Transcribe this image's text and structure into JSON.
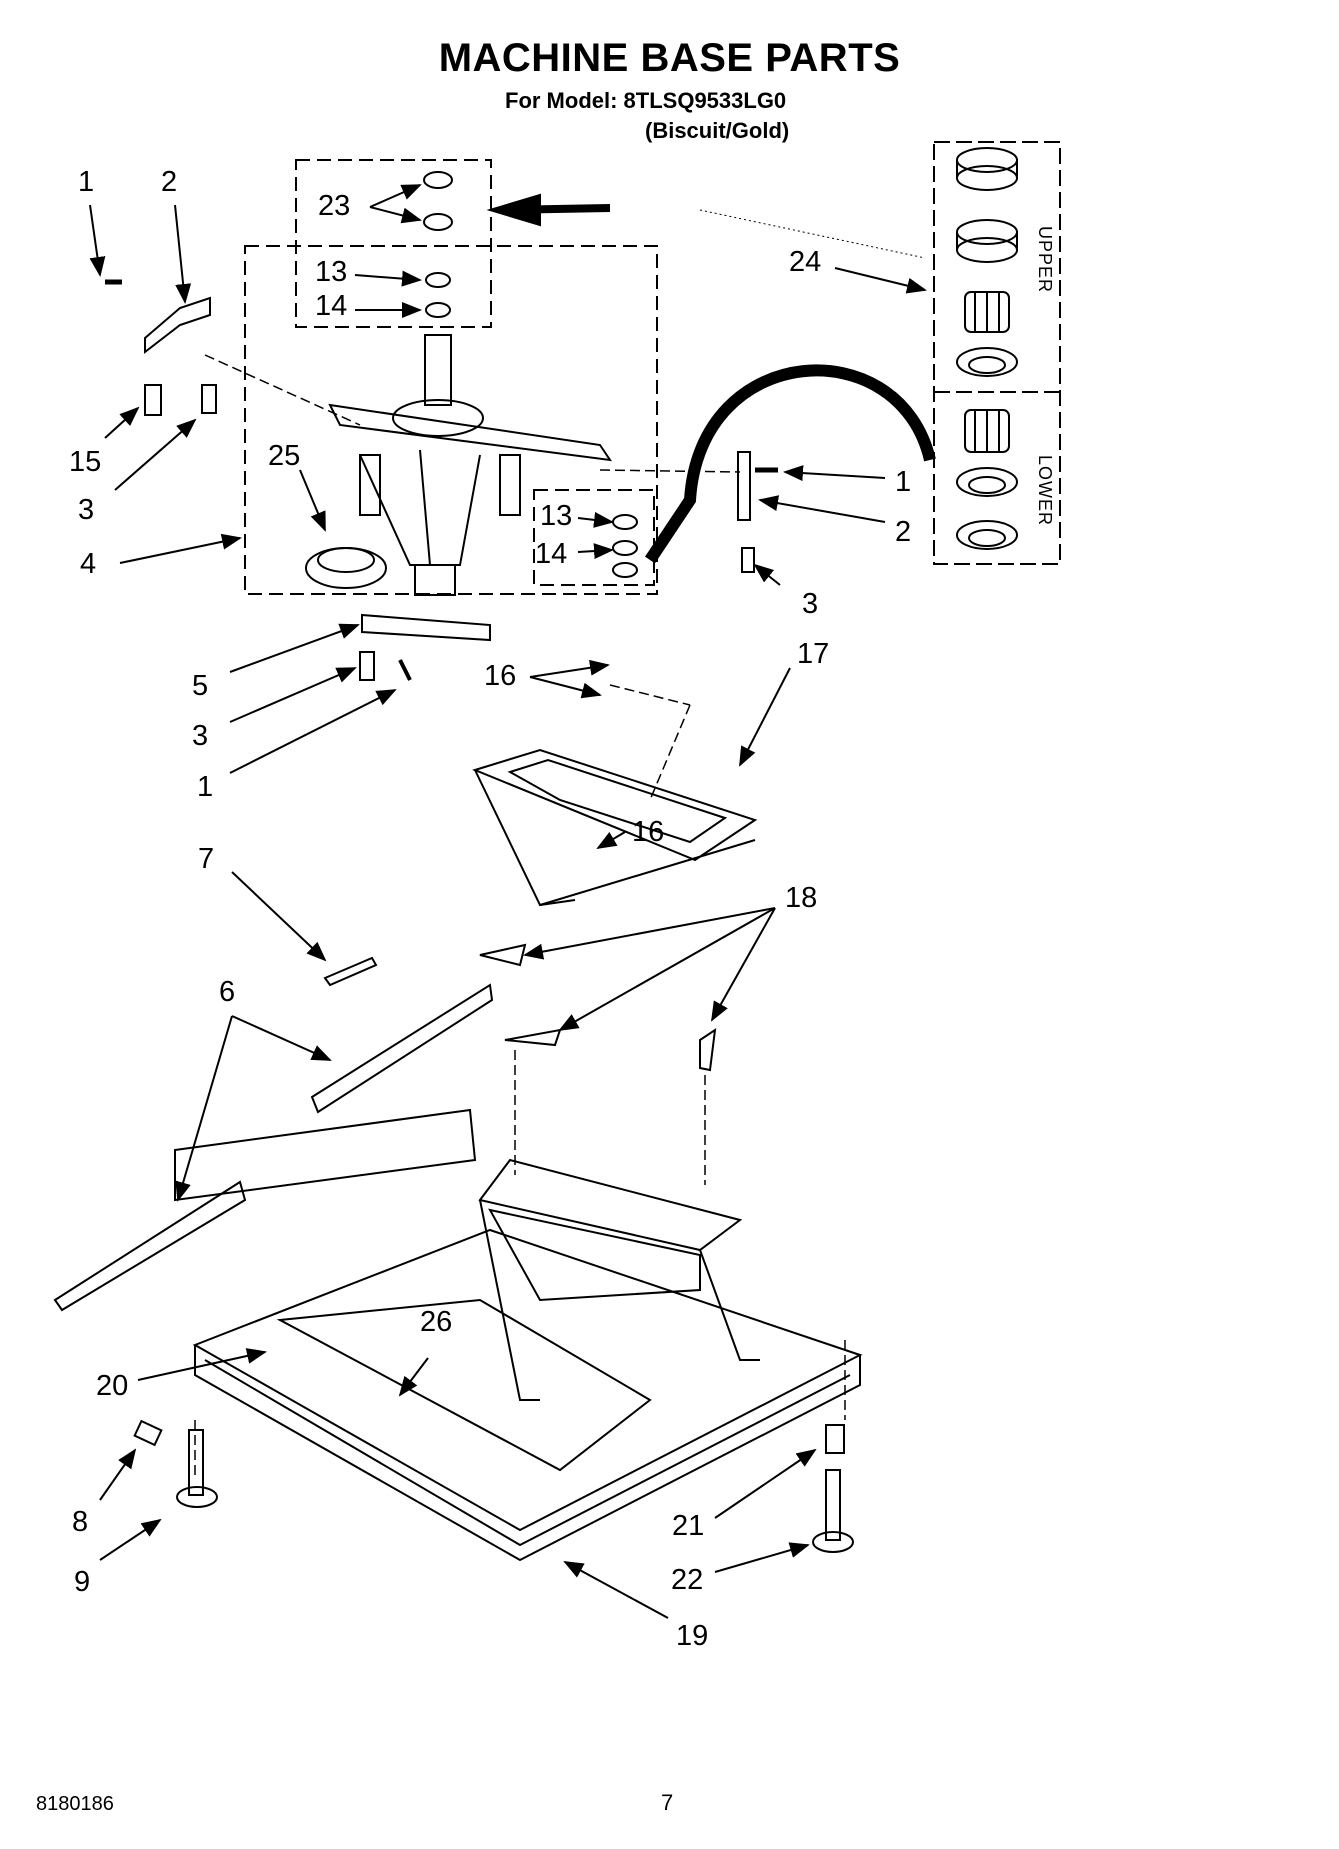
{
  "header": {
    "title": "MACHINE BASE PARTS",
    "model": "For Model: 8TLSQ9533LG0",
    "color": "(Biscuit/Gold)"
  },
  "seal_kit": {
    "upper_label": "UPPER",
    "lower_label": "LOWER"
  },
  "callouts": [
    {
      "id": "c1a",
      "text": "1"
    },
    {
      "id": "c2a",
      "text": "2"
    },
    {
      "id": "c23",
      "text": "23"
    },
    {
      "id": "c13a",
      "text": "13"
    },
    {
      "id": "c14a",
      "text": "14"
    },
    {
      "id": "c24",
      "text": "24"
    },
    {
      "id": "c15",
      "text": "15"
    },
    {
      "id": "c3a",
      "text": "3"
    },
    {
      "id": "c25",
      "text": "25"
    },
    {
      "id": "c13b",
      "text": "13"
    },
    {
      "id": "c14b",
      "text": "14"
    },
    {
      "id": "c1b",
      "text": "1"
    },
    {
      "id": "c2b",
      "text": "2"
    },
    {
      "id": "c4",
      "text": "4"
    },
    {
      "id": "c3b",
      "text": "3"
    },
    {
      "id": "c5",
      "text": "5"
    },
    {
      "id": "c3c",
      "text": "3"
    },
    {
      "id": "c1c",
      "text": "1"
    },
    {
      "id": "c16a",
      "text": "16"
    },
    {
      "id": "c17",
      "text": "17"
    },
    {
      "id": "c16b",
      "text": "16"
    },
    {
      "id": "c7",
      "text": "7"
    },
    {
      "id": "c18",
      "text": "18"
    },
    {
      "id": "c6",
      "text": "6"
    },
    {
      "id": "c26",
      "text": "26"
    },
    {
      "id": "c20",
      "text": "20"
    },
    {
      "id": "c8",
      "text": "8"
    },
    {
      "id": "c21",
      "text": "21"
    },
    {
      "id": "c9",
      "text": "9"
    },
    {
      "id": "c22",
      "text": "22"
    },
    {
      "id": "c19",
      "text": "19"
    }
  ],
  "footer": {
    "doc_number": "8180186",
    "page_number": "7"
  }
}
